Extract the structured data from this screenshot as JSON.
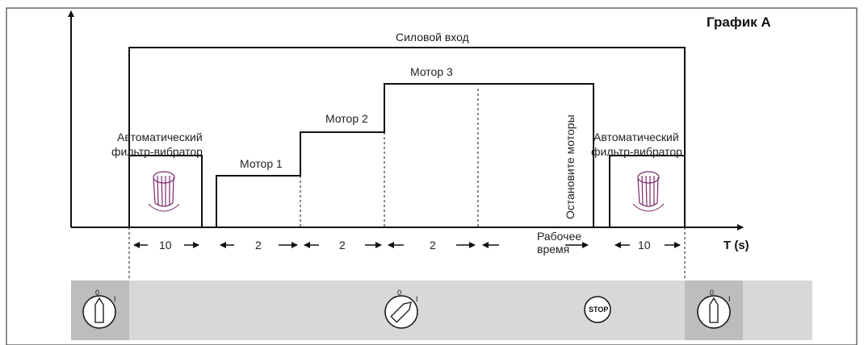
{
  "graph_title": "График А",
  "power_input_label": "Силовой вход",
  "motor1_label": "Мотор 1",
  "motor2_label": "Мотор 2",
  "motor3_label": "Мотор 3",
  "stop_motors_label": "Остановите моторы",
  "auto_filter_left": {
    "line1": "Автоматический",
    "line2": "фильтр-вибратор"
  },
  "auto_filter_right": {
    "line1": "Автоматический",
    "line2": "фильтр-вибратор"
  },
  "x_axis_label": "T (s)",
  "intervals": {
    "filter_left": "10",
    "motor1": "2",
    "motor2": "2",
    "motor3": "2",
    "work_time_line1": "Рабочее",
    "work_time_line2": "время",
    "filter_right": "10"
  },
  "switches": {
    "left": {
      "off": "0",
      "on": "I",
      "state": "off"
    },
    "middle": {
      "off": "0",
      "on": "I",
      "state": "on"
    },
    "right": {
      "off": "0",
      "on": "I",
      "state": "off"
    }
  },
  "stop_button_label": "STOP",
  "colors": {
    "line": "#111111",
    "panel": "#d8d8d8",
    "panel_end": "#bdbdbd",
    "accent": "#7a2a6a"
  }
}
